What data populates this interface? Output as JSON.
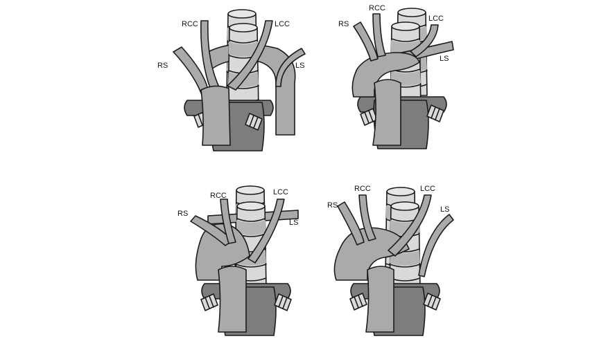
{
  "colors": {
    "vessel": "#aaaaaa",
    "vessel_dark": "#7d7d7d",
    "trachea": "#d9d9d9",
    "trachea_band": "#b5b5b5",
    "outline": "#1a1a1a"
  },
  "panels": [
    {
      "id": "top-left",
      "labels": {
        "rcc": "RCC",
        "lcc": "LCC",
        "rs": "RS",
        "ls": "LS"
      }
    },
    {
      "id": "top-right",
      "labels": {
        "rcc": "RCC",
        "lcc": "LCC",
        "rs": "RS",
        "ls": "LS"
      }
    },
    {
      "id": "bottom-left",
      "labels": {
        "rcc": "RCC",
        "lcc": "LCC",
        "rs": "RS",
        "ls": "LS"
      }
    },
    {
      "id": "bottom-right",
      "labels": {
        "rcc": "RCC",
        "lcc": "LCC",
        "rs": "RS",
        "ls": "LS"
      }
    }
  ]
}
